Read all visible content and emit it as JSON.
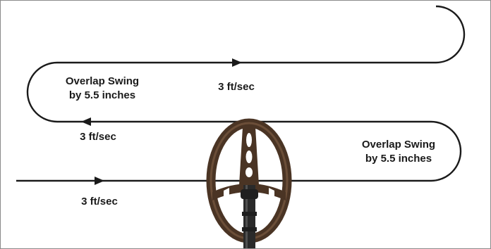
{
  "labels": {
    "overlap_left_line1": "Overlap Swing",
    "overlap_left_line2": "by 5.5 inches",
    "speed_top": "3 ft/sec",
    "speed_middle": "3 ft/sec",
    "overlap_right_line1": "Overlap Swing",
    "overlap_right_line2": "by 5.5 inches",
    "speed_bottom": "3 ft/sec"
  },
  "colors": {
    "path": "#1a1a1a",
    "coil": "#4a3424",
    "frame": "#8a8a8a"
  }
}
